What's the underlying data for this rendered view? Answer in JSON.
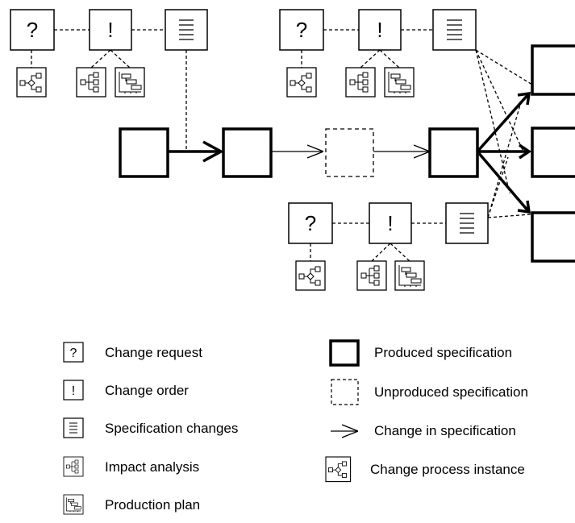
{
  "symbols": {
    "change_request": "?",
    "change_order": "!",
    "specification_changes": "≡"
  },
  "legend": {
    "change_request": "Change request",
    "change_order": "Change order",
    "specification_changes": "Specification changes",
    "impact_analysis": "Impact analysis",
    "production_plan": "Production plan",
    "produced_specification": "Produced specification",
    "unproduced_specification": "Unproduced specification",
    "change_in_specification": "Change in specification",
    "change_process_instance": "Change process instance"
  },
  "icons": {
    "impact_analysis": "branching-tree-icon",
    "production_plan": "gantt-chart-icon",
    "change_process_instance": "process-flow-icon"
  },
  "colors": {
    "line": "#000000",
    "background": "#ffffff"
  }
}
